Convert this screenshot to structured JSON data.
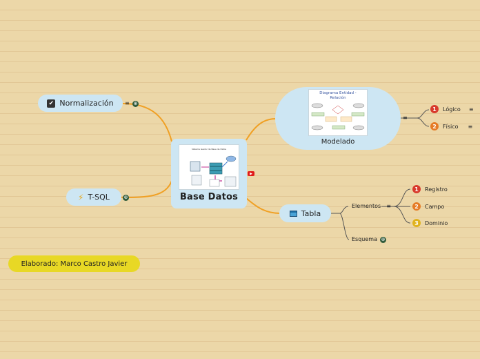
{
  "map": {
    "central": {
      "title": "Base Datos",
      "thumb_caption": "Sistema Gestor de Base de Datos"
    },
    "normalizacion": {
      "label": "Normalización"
    },
    "tsql": {
      "label": "T-SQL",
      "icon": "⚡"
    },
    "modelado": {
      "label": "Modelado",
      "thumb_title": "Diagrama Entidad - Relación"
    },
    "modelado_children": [
      {
        "num": "1",
        "label": "Lógico",
        "color": "#d83a2c"
      },
      {
        "num": "2",
        "label": "Físico",
        "color": "#e57a24"
      }
    ],
    "tabla": {
      "label": "Tabla"
    },
    "elementos": {
      "label": "Elementos"
    },
    "elementos_children": [
      {
        "num": "1",
        "label": "Registro",
        "color": "#d83a2c"
      },
      {
        "num": "2",
        "label": "Campo",
        "color": "#e57a24"
      },
      {
        "num": "3",
        "label": "Dominio",
        "color": "#e0b21d"
      }
    ],
    "esquema": {
      "label": "Esquema"
    },
    "elaborado": {
      "label": "Elaborado: Marco Castro Javier"
    }
  },
  "colors": {
    "background": "#ecd7a8",
    "node": "#cde6f3",
    "link": "#f0a024",
    "note": "#e8d825"
  },
  "icons": [
    "checkbox-icon",
    "lightning-icon",
    "table-icon",
    "globe-icon",
    "notes-icon",
    "youtube-icon"
  ]
}
